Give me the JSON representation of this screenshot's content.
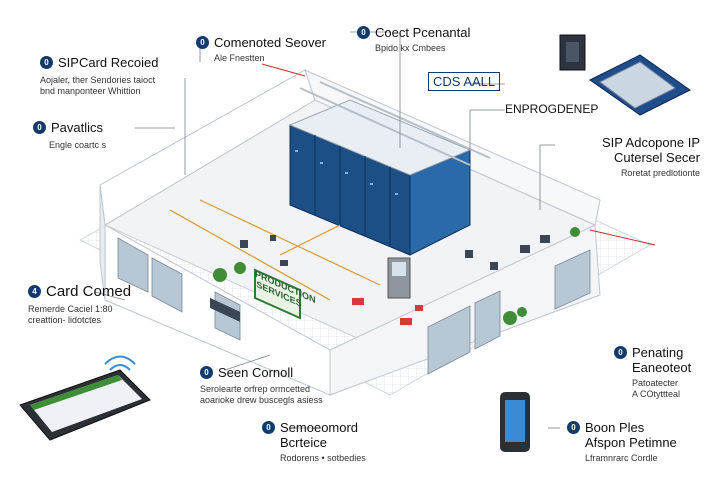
{
  "callouts": {
    "sip_card_record": {
      "number": "0",
      "title": "SIPCard Recoied",
      "line1": "Aojaler, ther Sendories taioct",
      "line2": "bnd manponteer Whittion"
    },
    "pavatlics": {
      "number": "0",
      "title": "Pavatlics",
      "line1": "Engle coartc s"
    },
    "card_comed": {
      "number": "4",
      "title": "Card Comed",
      "line1": "Remerde Caciel 1:80",
      "line2": "creattion- lidotctes"
    },
    "seen_cornoll": {
      "number": "0",
      "title": "Seen Cornoll",
      "line1": "Serolearte orfrep ormcetted",
      "line2": "aoarioke drew buscegls asiess"
    },
    "semoeomord": {
      "number": "0",
      "title": "Semoeomord",
      "title2": "Bcrteice",
      "line1": "Rodorens • sotbedies"
    },
    "comenoted_seover": {
      "number": "0",
      "title": "Comenoted Seover",
      "line1": "Ale Fnestten"
    },
    "coect_pcenantal": {
      "number": "0",
      "title": "Coect Pcenantal",
      "line1": "Bpido kx Cmbees"
    },
    "cds_aall": {
      "title": "CDS AALL"
    },
    "enprogdenep": {
      "title": "ENPROGDENEP"
    },
    "sip_adcopone": {
      "title": "SIP Adcopone IP",
      "title2": "Cutersel Secer",
      "line1": "Roretat predlotionte"
    },
    "penating": {
      "number": "0",
      "title": "Penating",
      "title2": "Eaneoteot",
      "line1": "Patoatecter",
      "line2": "A COtyttteal"
    },
    "boon_ples": {
      "number": "0",
      "title": "Boon Ples",
      "title2": "Afspon Petimne",
      "line1": "Lframnrarc Cordle"
    }
  },
  "wall_sign": {
    "line1": "PRODUCTION",
    "line2": "SERVICES"
  },
  "colors": {
    "accent": "#123a6b",
    "floor": "#eef1f4",
    "wall": "#ffffff",
    "server": "#1c4f86",
    "grid": "#c9cfd6",
    "plant": "#3f8d37",
    "red": "#d33b3b"
  }
}
